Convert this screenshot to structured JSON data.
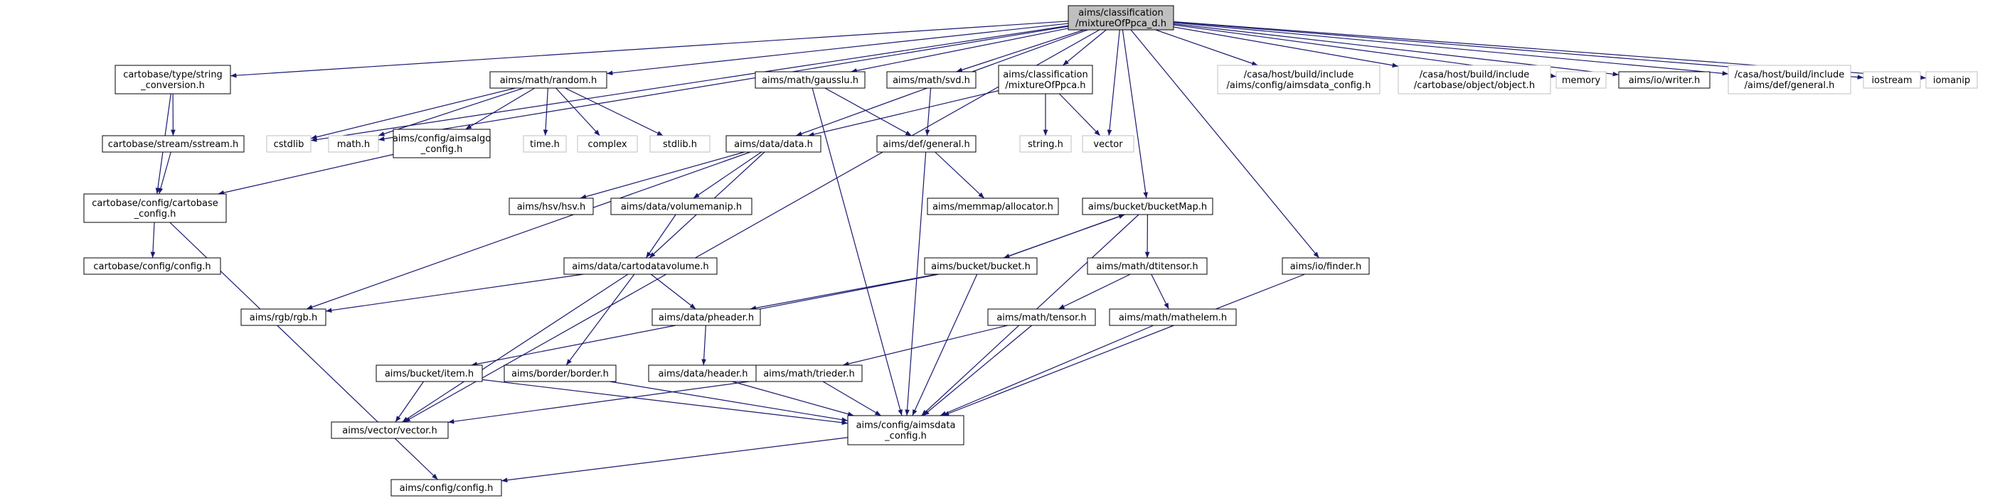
{
  "colors": {
    "edge": "#191970",
    "node_border": "#000000",
    "ghost_border": "#bfbfbf",
    "root_fill": "#bfbfbf",
    "node_fill": "#ffffff",
    "text": "#000000"
  },
  "nodes": [
    {
      "id": "root",
      "lines": [
        "aims/classification",
        "/mixtureOfPpca_d.h"
      ],
      "style": "root"
    },
    {
      "id": "stringconv",
      "lines": [
        "cartobase/type/string",
        "_conversion.h"
      ],
      "style": "normal"
    },
    {
      "id": "random",
      "lines": [
        "aims/math/random.h"
      ],
      "style": "normal"
    },
    {
      "id": "gausslu",
      "lines": [
        "aims/math/gausslu.h"
      ],
      "style": "normal"
    },
    {
      "id": "svd",
      "lines": [
        "aims/math/svd.h"
      ],
      "style": "normal"
    },
    {
      "id": "mixture",
      "lines": [
        "aims/classification",
        "/mixtureOfPpca.h"
      ],
      "style": "normal"
    },
    {
      "id": "aimsdataconfig_ext",
      "lines": [
        "/casa/host/build/include",
        "/aims/config/aimsdata_config.h"
      ],
      "style": "ghost"
    },
    {
      "id": "object_ext",
      "lines": [
        "/casa/host/build/include",
        "/cartobase/object/object.h"
      ],
      "style": "ghost"
    },
    {
      "id": "memory",
      "lines": [
        "memory"
      ],
      "style": "ghost"
    },
    {
      "id": "writer",
      "lines": [
        "aims/io/writer.h"
      ],
      "style": "normal"
    },
    {
      "id": "general_ext",
      "lines": [
        "/casa/host/build/include",
        "/aims/def/general.h"
      ],
      "style": "ghost"
    },
    {
      "id": "iostream",
      "lines": [
        "iostream"
      ],
      "style": "ghost"
    },
    {
      "id": "iomanip",
      "lines": [
        "iomanip"
      ],
      "style": "ghost"
    },
    {
      "id": "cstdlib",
      "lines": [
        "cstdlib"
      ],
      "style": "ghost"
    },
    {
      "id": "math",
      "lines": [
        "math.h"
      ],
      "style": "ghost"
    },
    {
      "id": "algoconfig",
      "lines": [
        "aims/config/aimsalgo",
        "_config.h"
      ],
      "style": "normal"
    },
    {
      "id": "time",
      "lines": [
        "time.h"
      ],
      "style": "ghost"
    },
    {
      "id": "complex",
      "lines": [
        "complex"
      ],
      "style": "ghost"
    },
    {
      "id": "stdlib",
      "lines": [
        "stdlib.h"
      ],
      "style": "ghost"
    },
    {
      "id": "sstream",
      "lines": [
        "cartobase/stream/sstream.h"
      ],
      "style": "normal"
    },
    {
      "id": "data",
      "lines": [
        "aims/data/data.h"
      ],
      "style": "normal"
    },
    {
      "id": "defgeneral",
      "lines": [
        "aims/def/general.h"
      ],
      "style": "normal"
    },
    {
      "id": "string",
      "lines": [
        "string.h"
      ],
      "style": "ghost"
    },
    {
      "id": "vector",
      "lines": [
        "vector"
      ],
      "style": "ghost"
    },
    {
      "id": "cbconfig",
      "lines": [
        "cartobase/config/cartobase",
        "_config.h"
      ],
      "style": "normal"
    },
    {
      "id": "hsv",
      "lines": [
        "aims/hsv/hsv.h"
      ],
      "style": "normal"
    },
    {
      "id": "volumemanip",
      "lines": [
        "aims/data/volumemanip.h"
      ],
      "style": "normal"
    },
    {
      "id": "allocator",
      "lines": [
        "aims/memmap/allocator.h"
      ],
      "style": "normal"
    },
    {
      "id": "bucketmap",
      "lines": [
        "aims/bucket/bucketMap.h"
      ],
      "style": "normal"
    },
    {
      "id": "finder",
      "lines": [
        "aims/io/finder.h"
      ],
      "style": "normal"
    },
    {
      "id": "cbconfig2",
      "lines": [
        "cartobase/config/config.h"
      ],
      "style": "normal"
    },
    {
      "id": "cartodatavolume",
      "lines": [
        "aims/data/cartodatavolume.h"
      ],
      "style": "normal"
    },
    {
      "id": "bucket",
      "lines": [
        "aims/bucket/bucket.h"
      ],
      "style": "normal"
    },
    {
      "id": "dtitensor",
      "lines": [
        "aims/math/dtitensor.h"
      ],
      "style": "normal"
    },
    {
      "id": "rgb",
      "lines": [
        "aims/rgb/rgb.h"
      ],
      "style": "normal"
    },
    {
      "id": "pheader",
      "lines": [
        "aims/data/pheader.h"
      ],
      "style": "normal"
    },
    {
      "id": "tensor",
      "lines": [
        "aims/math/tensor.h"
      ],
      "style": "normal"
    },
    {
      "id": "mathelem",
      "lines": [
        "aims/math/mathelem.h"
      ],
      "style": "normal"
    },
    {
      "id": "item",
      "lines": [
        "aims/bucket/item.h"
      ],
      "style": "normal"
    },
    {
      "id": "border",
      "lines": [
        "aims/border/border.h"
      ],
      "style": "normal"
    },
    {
      "id": "header",
      "lines": [
        "aims/data/header.h"
      ],
      "style": "normal"
    },
    {
      "id": "trieder",
      "lines": [
        "aims/math/trieder.h"
      ],
      "style": "normal"
    },
    {
      "id": "vectorh",
      "lines": [
        "aims/vector/vector.h"
      ],
      "style": "normal"
    },
    {
      "id": "aimsdataconfig",
      "lines": [
        "aims/config/aimsdata",
        "_config.h"
      ],
      "style": "normal"
    },
    {
      "id": "config",
      "lines": [
        "aims/config/config.h"
      ],
      "style": "normal"
    }
  ],
  "edges": [
    [
      "root",
      "stringconv"
    ],
    [
      "root",
      "random"
    ],
    [
      "root",
      "gausslu"
    ],
    [
      "root",
      "svd"
    ],
    [
      "root",
      "mixture"
    ],
    [
      "root",
      "aimsdataconfig_ext"
    ],
    [
      "root",
      "object_ext"
    ],
    [
      "root",
      "memory"
    ],
    [
      "root",
      "writer"
    ],
    [
      "root",
      "general_ext"
    ],
    [
      "root",
      "iostream"
    ],
    [
      "root",
      "iomanip"
    ],
    [
      "root",
      "cstdlib"
    ],
    [
      "root",
      "math"
    ],
    [
      "root",
      "data"
    ],
    [
      "root",
      "vector"
    ],
    [
      "root",
      "bucketmap"
    ],
    [
      "root",
      "finder"
    ],
    [
      "root",
      "vectorh"
    ],
    [
      "stringconv",
      "sstream"
    ],
    [
      "stringconv",
      "cbconfig"
    ],
    [
      "sstream",
      "cbconfig"
    ],
    [
      "random",
      "cstdlib"
    ],
    [
      "random",
      "math"
    ],
    [
      "random",
      "algoconfig"
    ],
    [
      "random",
      "time"
    ],
    [
      "random",
      "complex"
    ],
    [
      "random",
      "stdlib"
    ],
    [
      "algoconfig",
      "cbconfig"
    ],
    [
      "gausslu",
      "defgeneral"
    ],
    [
      "gausslu",
      "aimsdataconfig"
    ],
    [
      "svd",
      "defgeneral"
    ],
    [
      "mixture",
      "data"
    ],
    [
      "mixture",
      "string"
    ],
    [
      "mixture",
      "vector"
    ],
    [
      "cbconfig",
      "cbconfig2"
    ],
    [
      "cbconfig",
      "config"
    ],
    [
      "data",
      "rgb"
    ],
    [
      "data",
      "hsv"
    ],
    [
      "data",
      "volumemanip"
    ],
    [
      "data",
      "cartodatavolume"
    ],
    [
      "defgeneral",
      "allocator"
    ],
    [
      "defgeneral",
      "aimsdataconfig"
    ],
    [
      "volumemanip",
      "cartodatavolume"
    ],
    [
      "cartodatavolume",
      "rgb"
    ],
    [
      "cartodatavolume",
      "pheader"
    ],
    [
      "cartodatavolume",
      "border"
    ],
    [
      "cartodatavolume",
      "vectorh"
    ],
    [
      "bucketmap",
      "bucket"
    ],
    [
      "bucketmap",
      "dtitensor"
    ],
    [
      "bucketmap",
      "aimsdataconfig"
    ],
    [
      "bucket",
      "bucketmap"
    ],
    [
      "bucket",
      "pheader"
    ],
    [
      "bucket",
      "item"
    ],
    [
      "bucket",
      "aimsdataconfig"
    ],
    [
      "dtitensor",
      "tensor"
    ],
    [
      "dtitensor",
      "mathelem"
    ],
    [
      "pheader",
      "header"
    ],
    [
      "tensor",
      "trieder"
    ],
    [
      "tensor",
      "aimsdataconfig"
    ],
    [
      "mathelem",
      "aimsdataconfig"
    ],
    [
      "item",
      "vectorh"
    ],
    [
      "item",
      "aimsdataconfig"
    ],
    [
      "border",
      "aimsdataconfig"
    ],
    [
      "header",
      "aimsdataconfig"
    ],
    [
      "trieder",
      "vectorh"
    ],
    [
      "trieder",
      "aimsdataconfig"
    ],
    [
      "finder",
      "aimsdataconfig"
    ],
    [
      "aimsdataconfig",
      "config"
    ]
  ]
}
